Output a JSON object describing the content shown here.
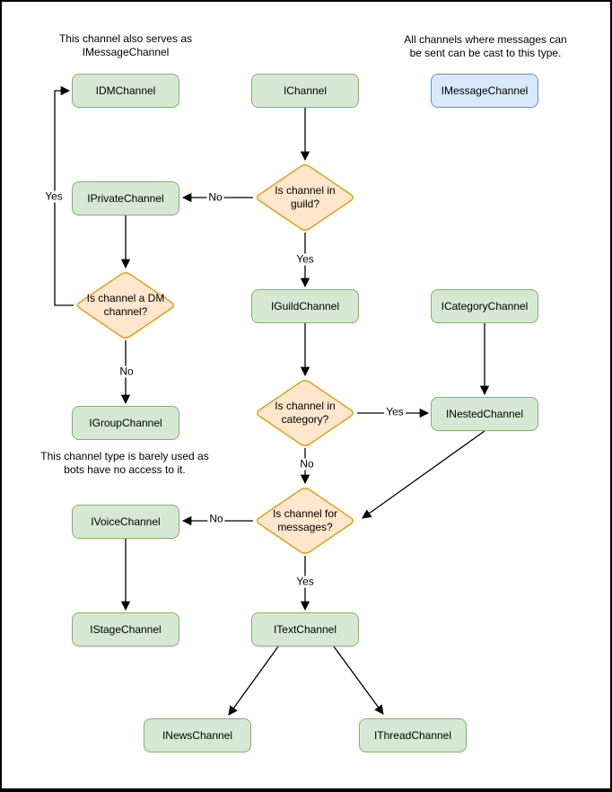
{
  "notes": {
    "dm_note": "This channel also serves as\nIMessageChannel",
    "message_note": "All channels where messages can\nbe sent can be cast to this type.",
    "group_note": "This channel type is barely used as\nbots have no access to it."
  },
  "nodes": {
    "idm_channel": "IDMChannel",
    "i_channel": "IChannel",
    "imessage_channel": "IMessageChannel",
    "iprivate_channel": "IPrivateChannel",
    "iguild_channel": "IGuildChannel",
    "icategory_channel": "ICategoryChannel",
    "igroup_channel": "IGroupChannel",
    "inested_channel": "INestedChannel",
    "ivoice_channel": "IVoiceChannel",
    "istage_channel": "IStageChannel",
    "itext_channel": "ITextChannel",
    "inews_channel": "INewsChannel",
    "ithread_channel": "IThreadChannel"
  },
  "decisions": {
    "in_guild": "Is channel in guild?",
    "is_dm": "Is channel a DM channel?",
    "in_category": "Is channel in category?",
    "for_messages": "Is channel for messages?"
  },
  "edge_labels": {
    "yes": "Yes",
    "no": "No"
  },
  "colors": {
    "node_fill": "#d5e8d4",
    "node_stroke": "#82b366",
    "decision_fill": "#ffe6cc",
    "decision_stroke": "#d79b00",
    "highlight_fill": "#dae8fc",
    "highlight_stroke": "#6c8ebf",
    "edge": "#000000"
  }
}
